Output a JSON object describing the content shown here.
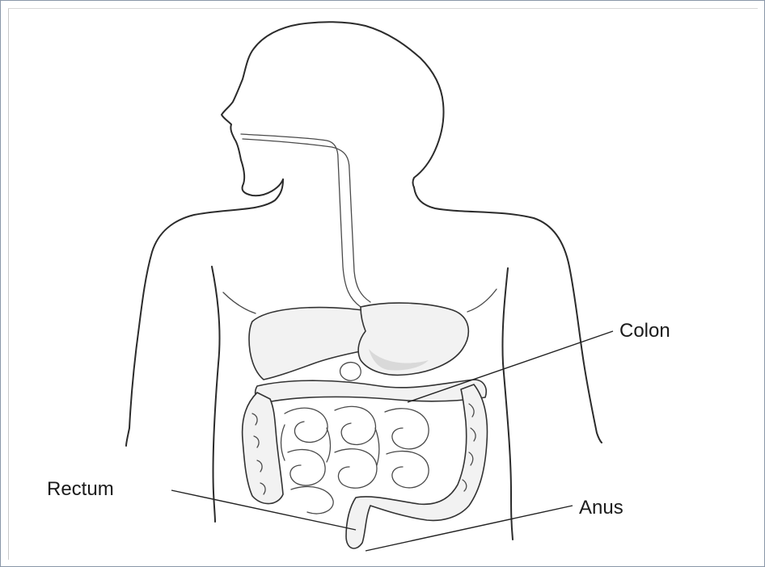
{
  "labels": {
    "colon": "Colon",
    "rectum": "Rectum",
    "anus": "Anus"
  },
  "colors": {
    "outline": "#2b2b2b",
    "organ_fill": "#f2f2f2",
    "frame_border": "#8a97a8"
  }
}
